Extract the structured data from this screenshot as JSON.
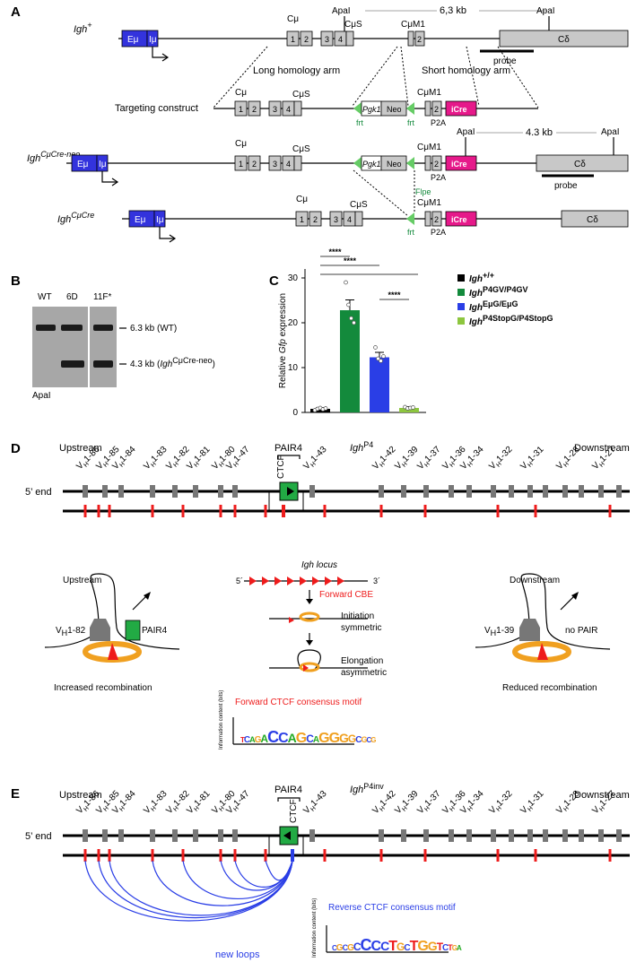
{
  "panels": {
    "a": "A",
    "b": "B",
    "c": "C",
    "d": "D",
    "e": "E"
  },
  "panelA": {
    "igh_plus": "Igh",
    "igh_plus_sup": "+",
    "emu": "Eμ",
    "imu": "Iμ",
    "cmu": "Cμ",
    "cmus": "CμS",
    "cmum1": "CμM1",
    "apai": "ApaI",
    "kb63": "6,3 kb",
    "kb43": "4.3 kb",
    "cdelta": "Cδ",
    "probe": "probe",
    "long_arm": "Long homology arm",
    "short_arm": "Short homology arm",
    "targeting": "Targeting construct",
    "pgk1": "Pgk1",
    "neo": "Neo",
    "frt": "frt",
    "p2a": "P2A",
    "icre": "iCre",
    "flpe": "Flpe",
    "igh_neo": "Igh",
    "igh_neo_sup": "CμCre-neo",
    "igh_cre": "Igh",
    "igh_cre_sup": "CμCre",
    "exon_nums": [
      "1",
      "2",
      "3",
      "4"
    ]
  },
  "panelB": {
    "lanes": [
      "WT",
      "6D",
      "11F*"
    ],
    "band_wt": "6.3 kb (WT)",
    "band_mut_prefix": "4.3 kb (",
    "band_mut_gene": "Igh",
    "band_mut_sup": "CμCre-neo",
    "band_mut_suffix": ")",
    "enzyme": "ApaI"
  },
  "panelC": {
    "ylabel_pre": "Relative ",
    "ylabel_gene": "Gfp",
    "ylabel_post": " expression",
    "sig": "****",
    "legend": [
      {
        "gene": "Igh",
        "sup": "+/+",
        "color": "#000000"
      },
      {
        "gene": "Igh",
        "sup": "P4GV/P4GV",
        "color": "#138a3c"
      },
      {
        "gene": "Igh",
        "sup": "EμG/EμG",
        "color": "#2a3ee6"
      },
      {
        "gene": "Igh",
        "sup": "P4StopG/P4StopG",
        "color": "#8dc63f"
      }
    ]
  },
  "chart_data": {
    "type": "bar",
    "categories": [
      "Igh+/+",
      "IghP4GV/P4GV",
      "IghEμG/EμG",
      "IghP4StopG/P4StopG"
    ],
    "values": [
      0.8,
      22.8,
      12.3,
      1.0
    ],
    "errors": [
      0.3,
      2.3,
      1.1,
      0.3
    ],
    "points": [
      [
        0.5,
        0.8,
        1.0,
        0.7,
        0.9
      ],
      [
        29.0,
        24.0,
        21.0,
        20.0
      ],
      [
        14.5,
        12.0,
        11.5,
        12.5
      ],
      [
        1.2,
        0.9,
        1.0,
        1.1
      ]
    ],
    "colors": [
      "#000000",
      "#138a3c",
      "#2a3ee6",
      "#8dc63f"
    ],
    "yticks": [
      "0",
      "10",
      "20",
      "30"
    ],
    "ylim": [
      0,
      32
    ],
    "significance": [
      "****",
      "****",
      "****"
    ]
  },
  "panelD": {
    "upstream": "Upstream",
    "downstream": "Downstream",
    "pair4": "PAIR4",
    "igh": "Igh",
    "igh_sup": "P4",
    "ctcf": "CTCF",
    "five_end": "5’ end",
    "vgenes": [
      "1-86",
      "1-85",
      "1-84",
      "1-83",
      "1-82",
      "1-81",
      "1-80",
      "1-47",
      "1-43",
      "1-42",
      "1-39",
      "1-37",
      "1-36",
      "1-34",
      "1-32",
      "1-31",
      "1-28",
      "1-27"
    ],
    "v_prefix": "V",
    "v_sub": "H",
    "locus": "Igh locus",
    "five": "5´",
    "three": "3´",
    "forward_cbe": "Forward CBE",
    "initiation": "Initiation",
    "symmetric": "symmetric",
    "elongation": "Elongation",
    "asymmetric": "asymmetric",
    "vh182": "1-82",
    "vh139": "1-39",
    "no_pair": "no PAIR",
    "increased": "Increased recombination",
    "reduced": "Reduced recombination",
    "fwd_motif": "Forward CTCF consensus motif",
    "info_content": "Information content (bits)",
    "fwd_seq": "TCAGACCAGCAGGGGCGCG"
  },
  "panelE": {
    "upstream": "Upstream",
    "downstream": "Downstream",
    "pair4": "PAIR4",
    "igh": "Igh",
    "igh_sup": "P4inv",
    "ctcf": "CTCF",
    "five_end": "5’ end",
    "rev_motif": "Reverse CTCF consensus motif",
    "info_content": "Information content (bits)",
    "new_loops": "new loops",
    "rev_seq": "CGCGCCCCTGCTGGTCTGA"
  }
}
